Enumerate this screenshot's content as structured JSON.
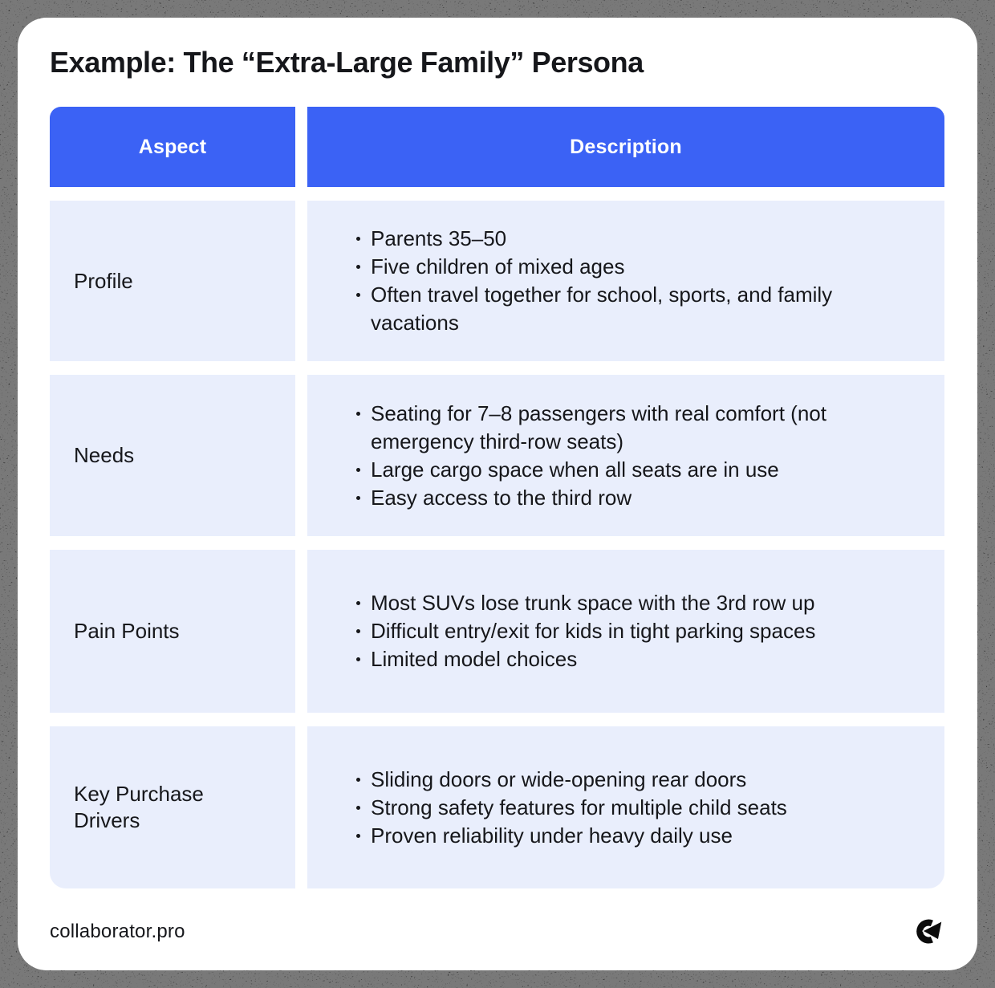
{
  "page": {
    "title": "Example: The “Extra-Large Family” Persona"
  },
  "table": {
    "headers": [
      {
        "label": "Aspect"
      },
      {
        "label": "Description"
      }
    ],
    "rows": [
      {
        "aspect": "Profile",
        "bullets": [
          "Parents 35–50",
          "Five children of mixed ages",
          "Often travel together for school, sports, and family vacations"
        ]
      },
      {
        "aspect": "Needs",
        "bullets": [
          "Seating for 7–8 passengers with real comfort (not emergency third-row seats)",
          "Large cargo space when all seats are in use",
          "Easy access to the third row"
        ]
      },
      {
        "aspect": "Pain Points",
        "bullets": [
          "Most SUVs lose trunk space with the 3rd row up",
          "Difficult entry/exit for kids in tight parking spaces",
          "Limited model choices"
        ]
      },
      {
        "aspect": "Key Purchase Drivers",
        "bullets": [
          "Sliding doors or wide-opening rear doors",
          "Strong safety features for multiple child seats",
          "Proven reliability under heavy daily use"
        ]
      }
    ]
  },
  "footer": {
    "brand": "collaborator.pro",
    "logo_icon": "collaborator-logo"
  },
  "colors": {
    "header_bg": "#3b62f5",
    "row_bg": "#e9eefc",
    "text": "#16171b",
    "frame": "#0a0a0a",
    "card_bg": "#ffffff"
  }
}
